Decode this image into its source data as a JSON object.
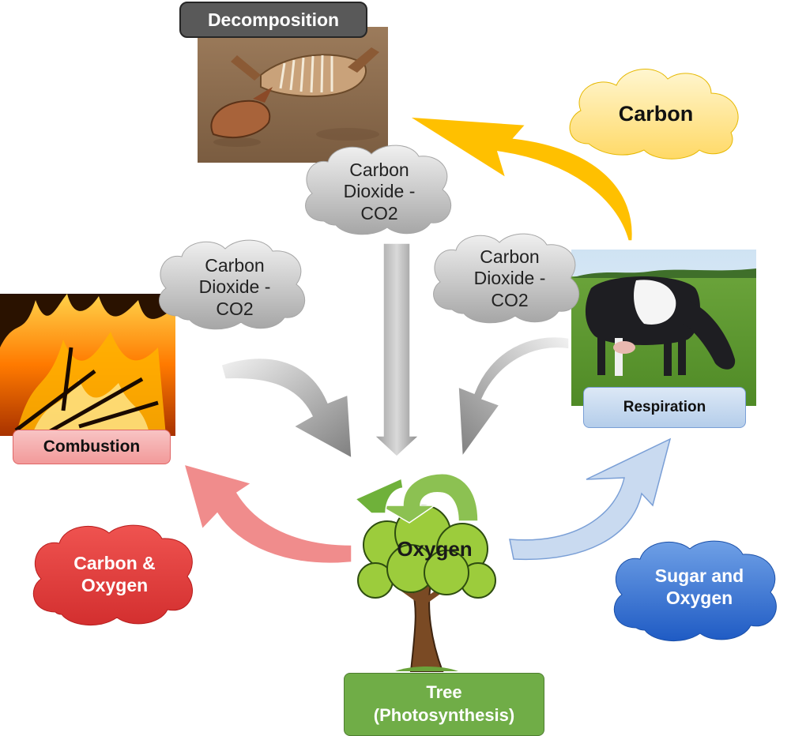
{
  "processes": {
    "decomposition": "Decomposition",
    "combustion": "Combustion",
    "respiration": "Respiration",
    "photosynthesis_line1": "Tree",
    "photosynthesis_line2": "(Photosynthesis)"
  },
  "clouds": {
    "carbon": "Carbon",
    "co2_top": [
      "Carbon",
      "Dioxide -",
      "CO2"
    ],
    "co2_left": [
      "Carbon",
      "Dioxide -",
      "CO2"
    ],
    "co2_right": [
      "Carbon",
      "Dioxide -",
      "CO2"
    ],
    "carbon_oxygen": [
      "Carbon &",
      "Oxygen"
    ],
    "sugar_oxygen": [
      "Sugar and",
      "Oxygen"
    ]
  },
  "tree_label": "Oxygen",
  "colors": {
    "decomposition_box": "#595959",
    "combustion_box": "#f4a6a6",
    "respiration_box": "#bdd7ee",
    "tree_box": "#70ad47",
    "carbon_cloud": "#ffe699",
    "co2_cloud": "#bfbfbf",
    "carbon_oxygen_cloud": "#e53935",
    "sugar_oxygen_cloud": "#2f6fd1",
    "yellow_arrow": "#ffc000",
    "red_arrow": "#f08080",
    "blue_arrow": "#c5d9f1",
    "green_arrow": "#70ad47"
  }
}
